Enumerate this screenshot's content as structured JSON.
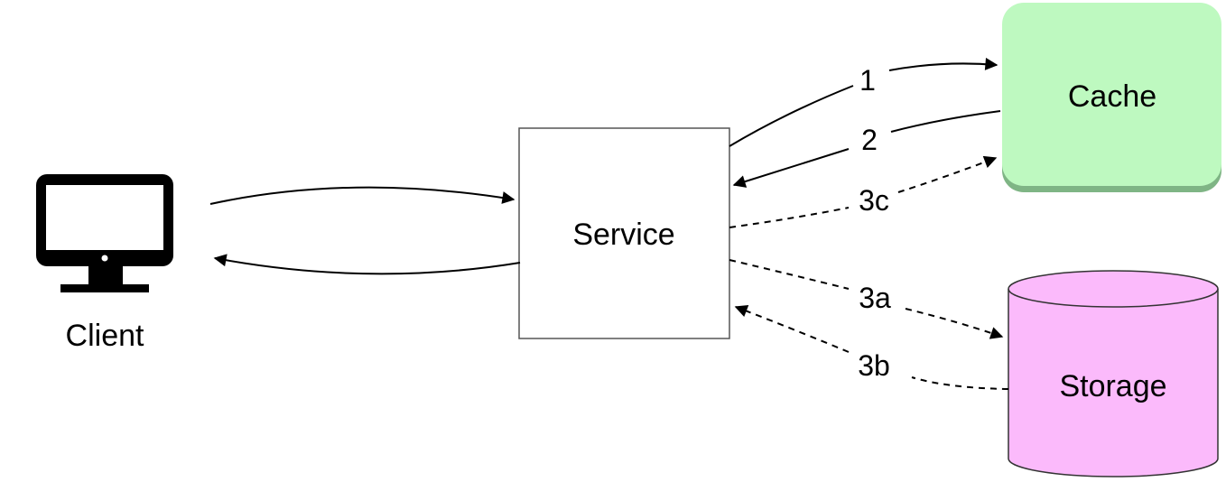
{
  "nodes": {
    "client": {
      "label": "Client",
      "icon": "desktop-monitor-icon"
    },
    "service": {
      "label": "Service"
    },
    "cache": {
      "label": "Cache",
      "fill": "#BEF9C0",
      "border": "#7FB585"
    },
    "storage": {
      "label": "Storage",
      "fill": "#FBBAFB"
    }
  },
  "edges": {
    "e1": "1",
    "e2": "2",
    "e3a": "3a",
    "e3b": "3b",
    "e3c": "3c"
  }
}
